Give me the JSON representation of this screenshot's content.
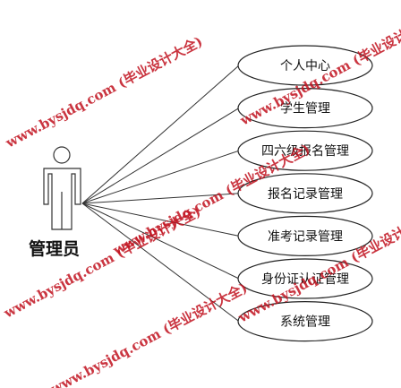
{
  "actor": {
    "name": "管理员",
    "icon": "stick-figure-actor-icon"
  },
  "use_cases": [
    {
      "id": "uc-personal-center",
      "label": "个人中心"
    },
    {
      "id": "uc-student-management",
      "label": "学生管理"
    },
    {
      "id": "uc-cet-registration-management",
      "label": "四六级报名管理"
    },
    {
      "id": "uc-registration-record-management",
      "label": "报名记录管理"
    },
    {
      "id": "uc-admission-record-management",
      "label": "准考记录管理"
    },
    {
      "id": "uc-identity-verification-management",
      "label": "身份证认证管理"
    },
    {
      "id": "uc-system-management",
      "label": "系统管理"
    }
  ],
  "watermark": {
    "text": "www.bysjdq.com (毕业设计大全)",
    "color": "#c1121f"
  }
}
